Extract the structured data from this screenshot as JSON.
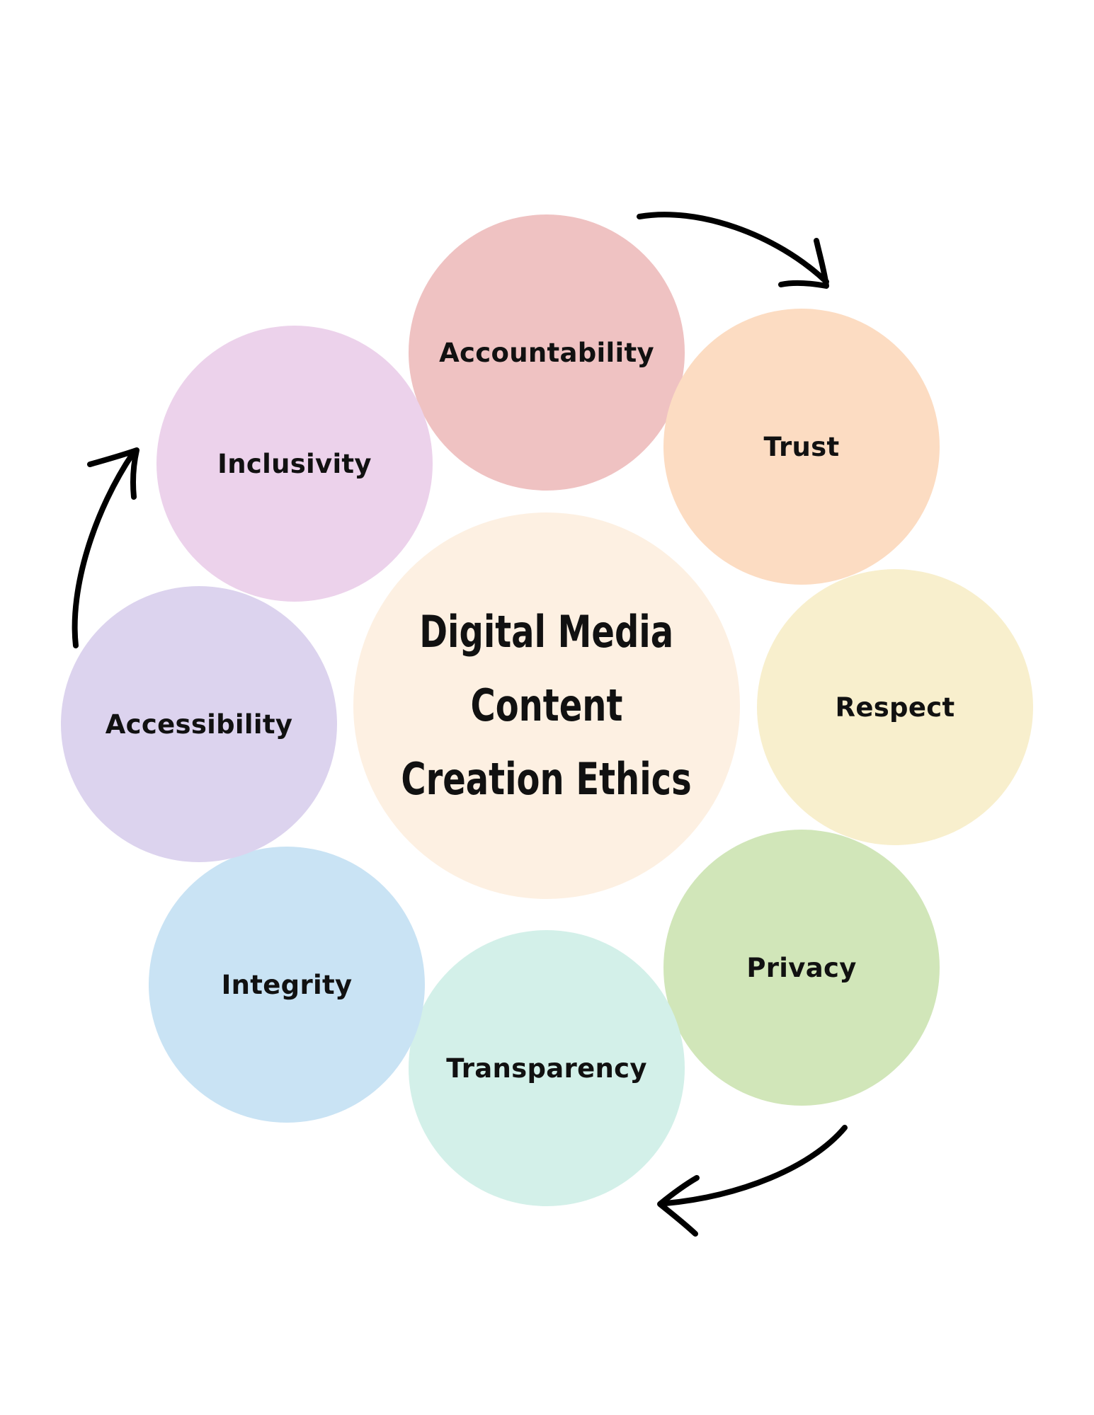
{
  "center": {
    "lines": [
      "Digital Media",
      "Content",
      "Creation Ethics"
    ],
    "color": "#FDF0E2"
  },
  "nodes": [
    {
      "key": "accountability",
      "label": "Accountability",
      "color": "#EFC2C2"
    },
    {
      "key": "trust",
      "label": "Trust",
      "color": "#FCDCC2"
    },
    {
      "key": "respect",
      "label": "Respect",
      "color": "#F8EFCD"
    },
    {
      "key": "privacy",
      "label": "Privacy",
      "color": "#D1E6B9"
    },
    {
      "key": "transparency",
      "label": "Transparency",
      "color": "#D3F0E9"
    },
    {
      "key": "integrity",
      "label": "Integrity",
      "color": "#C9E3F4"
    },
    {
      "key": "accessibility",
      "label": "Accessibility",
      "color": "#DCD3EE"
    },
    {
      "key": "inclusivity",
      "label": "Inclusivity",
      "color": "#ECD2EB"
    }
  ],
  "arrows": [
    {
      "from": "accountability",
      "to": "trust",
      "direction": "clockwise"
    },
    {
      "from": "privacy",
      "to": "transparency",
      "direction": "clockwise"
    },
    {
      "from": "accessibility",
      "to": "inclusivity",
      "direction": "clockwise"
    }
  ]
}
